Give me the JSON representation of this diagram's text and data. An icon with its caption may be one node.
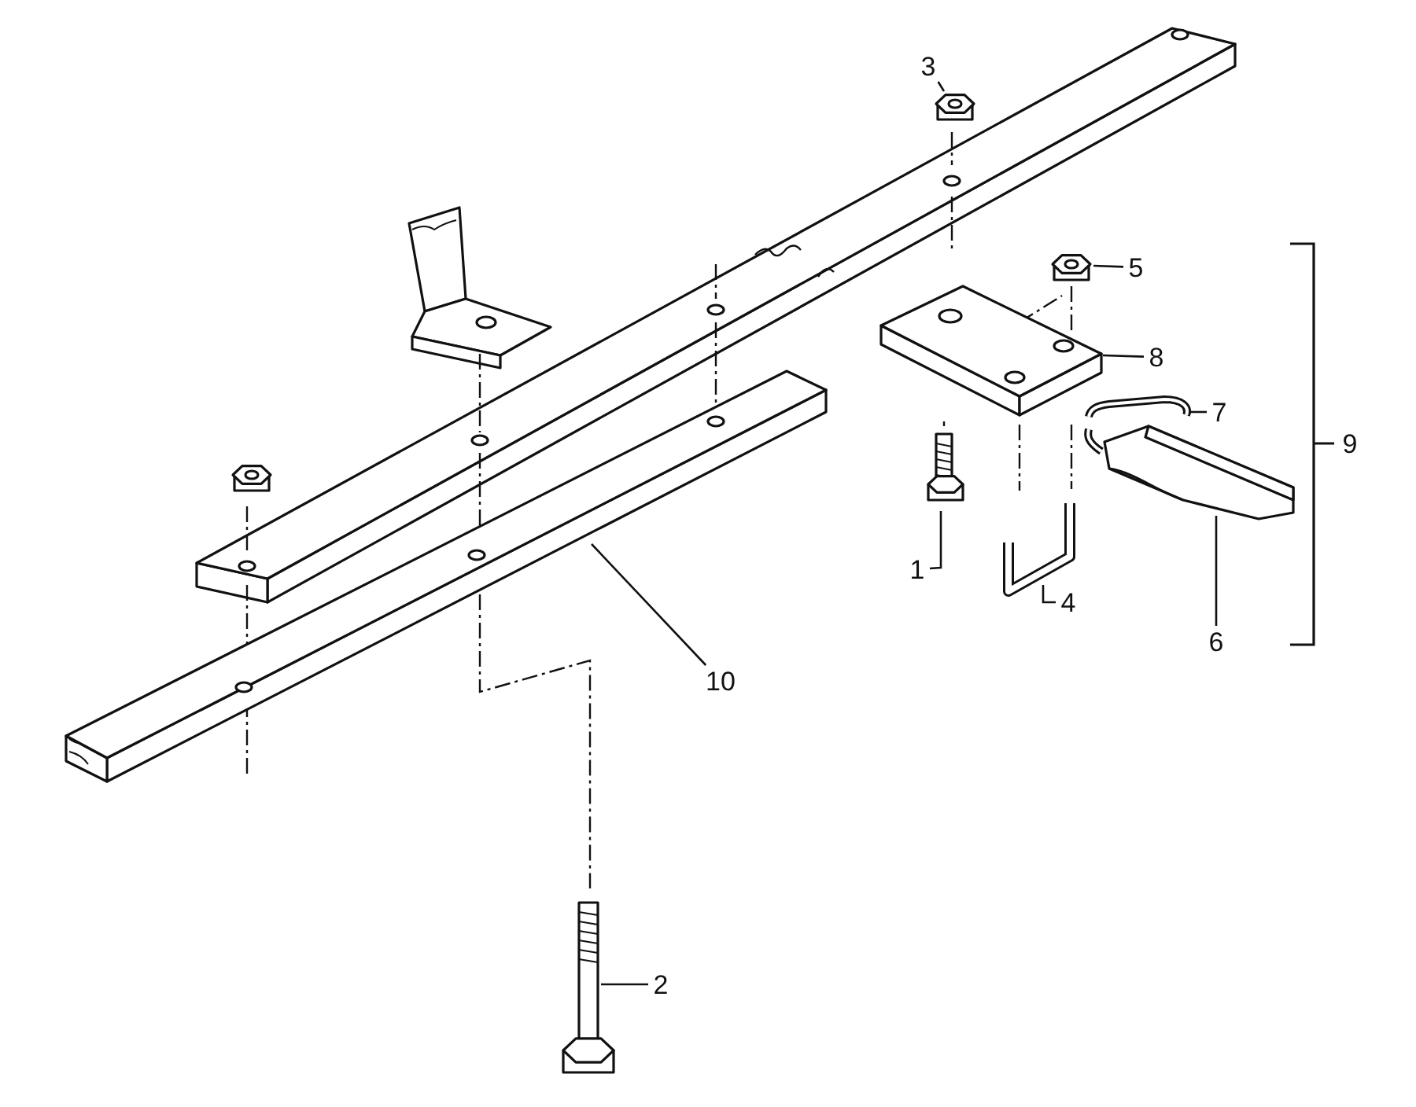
{
  "diagram": {
    "nodes": [
      {
        "text": [
          "3"
        ]
      },
      {
        "text": [],
        "shape": "picture"
      },
      {
        "text": [
          "5"
        ]
      },
      {
        "text": [],
        "shape": "picture"
      },
      {
        "text": [
          "8"
        ]
      },
      {
        "text": [],
        "shape": "picture"
      },
      {
        "text": [
          "7"
        ]
      },
      {
        "text": [],
        "shape": "picture"
      },
      {
        "text": [],
        "shape": "picture"
      },
      {
        "text": [
          "1"
        ]
      },
      {
        "text": [],
        "shape": "picture"
      },
      {
        "text": [
          "4"
        ]
      },
      {
        "text": [],
        "shape": "picture"
      },
      {
        "text": [
          "6"
        ]
      },
      {
        "text": [],
        "shape": "picture"
      },
      {
        "text": [
          "10"
        ]
      },
      {
        "text": [],
        "shape": "picture"
      },
      {
        "text": [
          "2"
        ]
      }
    ],
    "edges": [
      {
        "from": 0,
        "to": 1,
        "arrow": "none"
      },
      {
        "from": 2,
        "to": 3,
        "arrow": "none"
      },
      {
        "from": 4,
        "to": 5,
        "arrow": "none"
      },
      {
        "from": 6,
        "to": 7,
        "arrow": "none"
      },
      {
        "from": 9,
        "to": 8,
        "arrow": "none"
      },
      {
        "from": 11,
        "to": 10,
        "arrow": "none"
      },
      {
        "from": 13,
        "to": 12,
        "arrow": "none"
      },
      {
        "from": 15,
        "to": 14,
        "arrow": "none"
      },
      {
        "from": 17,
        "to": 16,
        "arrow": "none"
      }
    ],
    "labels": [
      "9"
    ]
  }
}
